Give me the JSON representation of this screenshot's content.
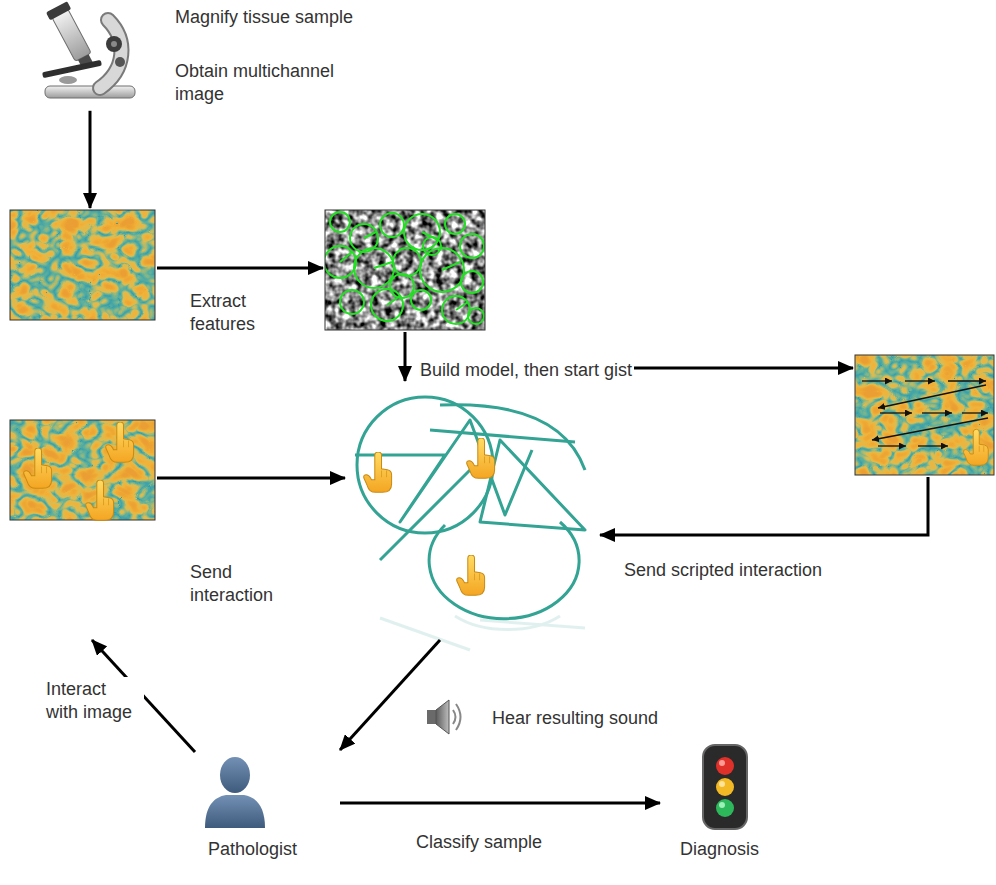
{
  "diagram": {
    "nodes": [
      {
        "text": [
          "Magnify tissue sample",
          "Obtain multichannel image"
        ]
      },
      {},
      {},
      {},
      {},
      {},
      {
        "text": [
          "Pathologist"
        ]
      },
      {
        "text": [
          "Diagnosis"
        ]
      }
    ],
    "edges": [
      {
        "from": 0,
        "to": 1,
        "arrow": "to"
      },
      {
        "from": 1,
        "to": 2,
        "label": "Extract features",
        "arrow": "to"
      },
      {
        "from": 2,
        "to": 4,
        "label": "Build model, then start gist",
        "arrow": "to"
      },
      {
        "from": 4,
        "to": 3,
        "arrow": "to"
      },
      {
        "from": 3,
        "to": 4,
        "label": "Send scripted interaction",
        "arrow": "to"
      },
      {
        "from": 5,
        "to": 4,
        "label": "Send interaction",
        "arrow": "to"
      },
      {
        "from": 4,
        "to": 6,
        "label": "Hear resulting sound",
        "arrow": "to"
      },
      {
        "from": 6,
        "to": 5,
        "label": "Interact with image",
        "arrow": "to"
      },
      {
        "from": 6,
        "to": 7,
        "label": "Classify sample",
        "arrow": "to"
      }
    ]
  }
}
